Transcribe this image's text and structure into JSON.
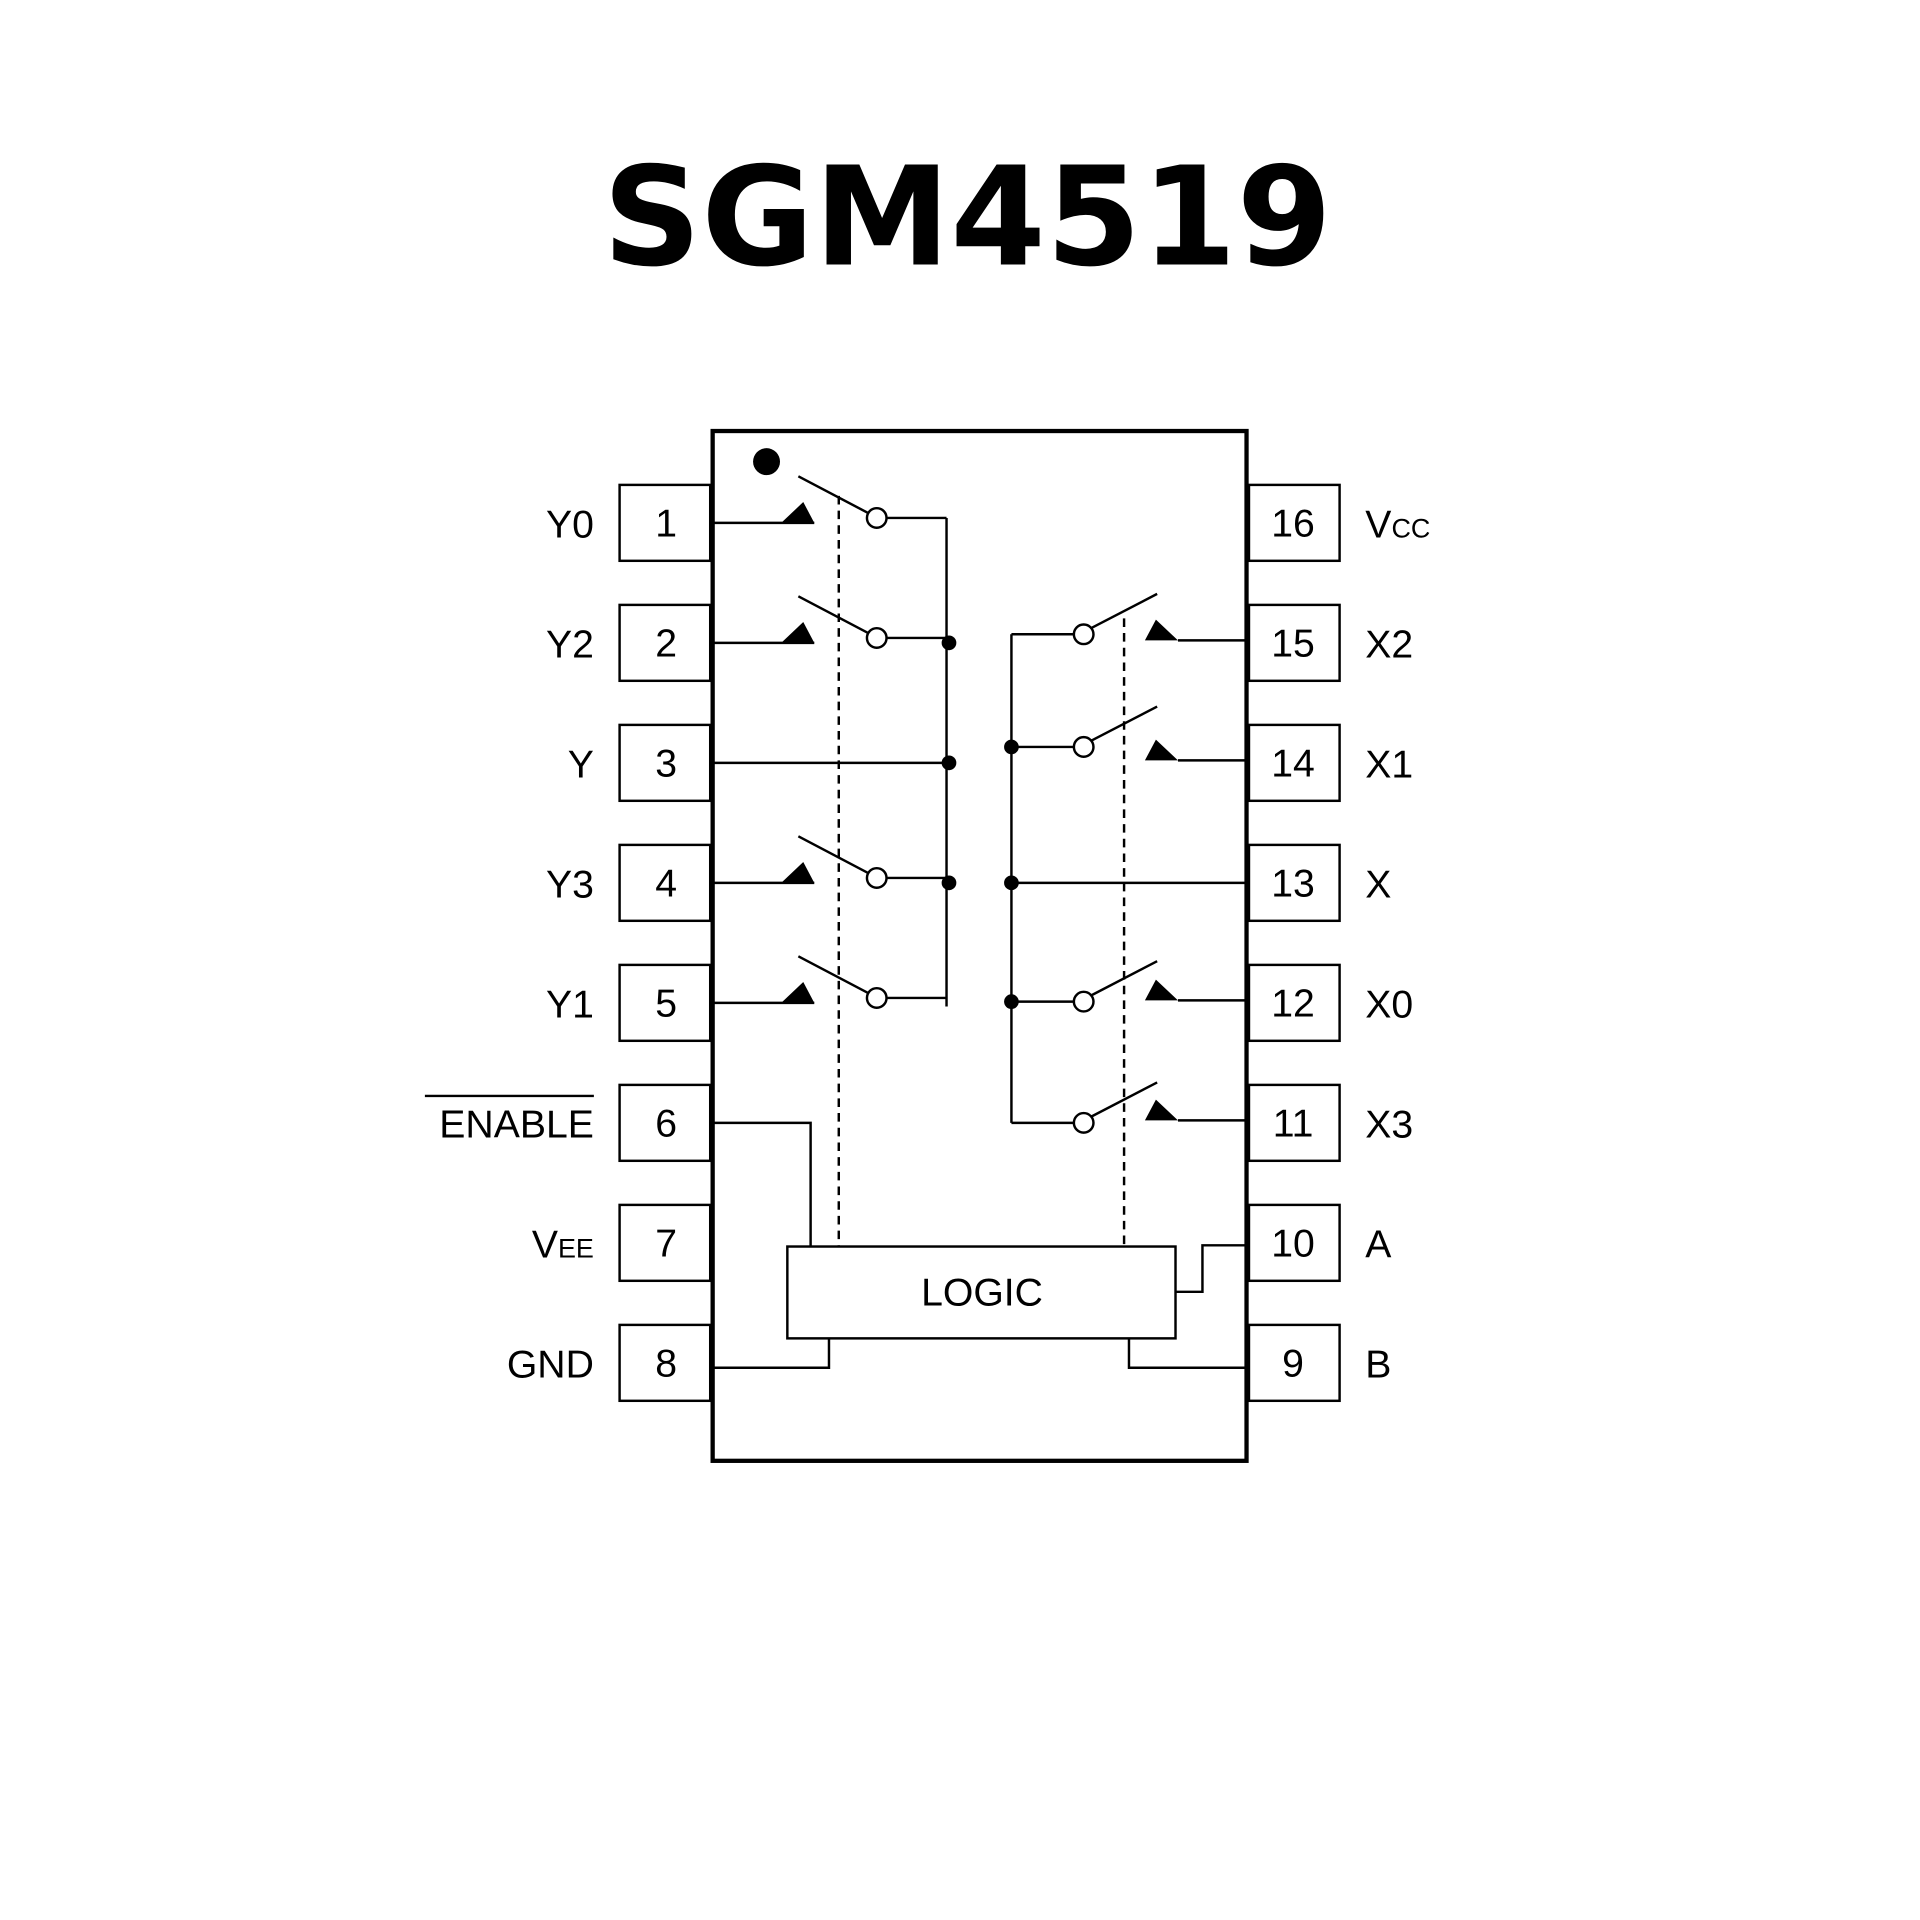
{
  "title": "SGM4519",
  "logic_label": "LOGIC",
  "pins_left": [
    {
      "num": "1",
      "name": "Y0"
    },
    {
      "num": "2",
      "name": "Y2"
    },
    {
      "num": "3",
      "name": "Y"
    },
    {
      "num": "4",
      "name": "Y3"
    },
    {
      "num": "5",
      "name": "Y1"
    },
    {
      "num": "6",
      "name": "ENABLE"
    },
    {
      "num": "7",
      "name": "V",
      "sub": "EE"
    },
    {
      "num": "8",
      "name": "GND"
    }
  ],
  "pins_right": [
    {
      "num": "16",
      "name": "V",
      "sub": "CC"
    },
    {
      "num": "15",
      "name": "X2"
    },
    {
      "num": "14",
      "name": "X1"
    },
    {
      "num": "13",
      "name": "X"
    },
    {
      "num": "12",
      "name": "X0"
    },
    {
      "num": "11",
      "name": "X3"
    },
    {
      "num": "10",
      "name": "A"
    },
    {
      "num": "9",
      "name": "B"
    }
  ]
}
